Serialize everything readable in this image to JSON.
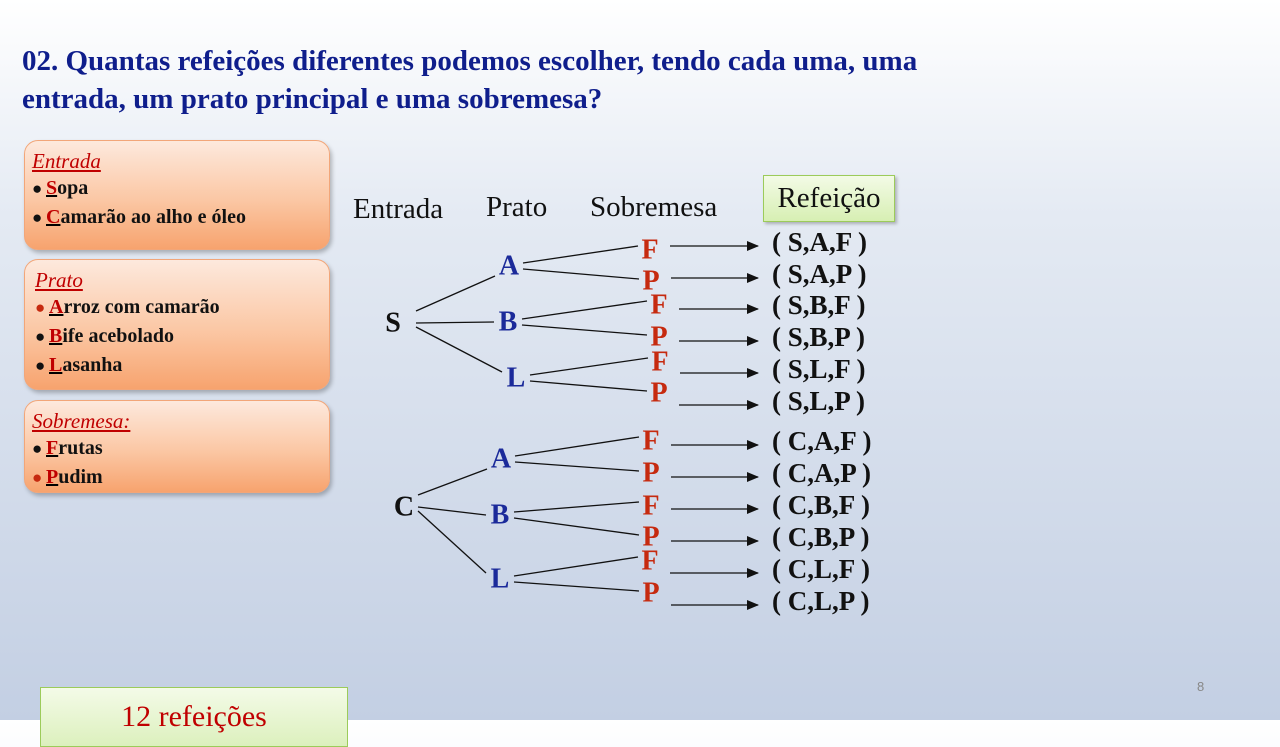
{
  "question": "02. Quantas refeições diferentes podemos escolher, tendo cada uma, uma entrada, um prato principal e uma sobremesa?",
  "boxes": {
    "entrada": {
      "heading": "Entrada",
      "items": [
        {
          "initial": "S",
          "rest": "opa",
          "bullet_color": "black"
        },
        {
          "initial": "C",
          "rest": "amarão ao alho e óleo",
          "bullet_color": "black"
        }
      ]
    },
    "prato": {
      "heading": "Prato",
      "items": [
        {
          "initial": "A",
          "rest": "rroz com camarão",
          "bullet_color": "red"
        },
        {
          "initial": "B",
          "rest": "ife acebolado",
          "bullet_color": "black"
        },
        {
          "initial": "L",
          "rest": "asanha",
          "bullet_color": "black"
        }
      ]
    },
    "sobremesa": {
      "heading": "Sobremesa:",
      "items": [
        {
          "initial": "F",
          "rest": "rutas",
          "bullet_color": "black"
        },
        {
          "initial": "P",
          "rest": "udim",
          "bullet_color": "red"
        }
      ]
    }
  },
  "columns": {
    "entrada": "Entrada",
    "prato": "Prato",
    "sobremesa": "Sobremesa",
    "refeicao": "Refeição"
  },
  "tree": {
    "entradas": [
      "S",
      "C"
    ],
    "pratos": [
      "A",
      "B",
      "L"
    ],
    "sobremesas": [
      "F",
      "P"
    ]
  },
  "results": [
    "( S,A,F )",
    "( S,A,P )",
    "( S,B,F )",
    "( S,B,P )",
    "( S,L,F )",
    "( S,L,P )",
    "( C,A,F )",
    "( C,A,P )",
    "( C,B,F )",
    "( C,B,P )",
    "( C,L,F )",
    "( C,L,P )"
  ],
  "answer": "12 refeições",
  "page_number": "8",
  "colors": {
    "title": "#0f1e8c",
    "entrada_node": "#111111",
    "prato_node": "#1b2a9a",
    "sobremesa_node": "#c62a0f",
    "answer": "#c00000"
  }
}
